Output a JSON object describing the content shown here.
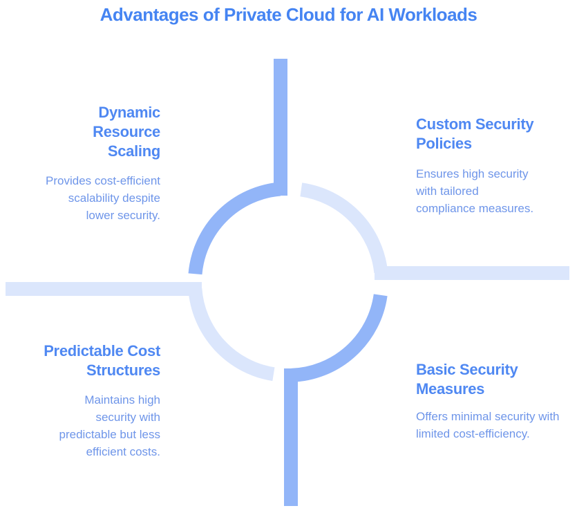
{
  "title": "Advantages of Private Cloud for AI Workloads",
  "colors": {
    "background": "#FFFFFF",
    "title_text": "#4584F2",
    "heading_text": "#4F88F2",
    "body_text": "#6E95E9",
    "arc_medium_blue": "#92B5F8",
    "arc_light_blue": "#DBE6FC"
  },
  "diagram": {
    "type": "quadrant-cycle-infographic",
    "center_icon": "segmented-circle-with-cross-connectors"
  },
  "quadrants": [
    {
      "position": "top-left",
      "heading": "Dynamic\nResource\nScaling",
      "description": "Provides cost-efficient\nscalability despite\nlower security."
    },
    {
      "position": "top-right",
      "heading": "Custom Security\nPolicies",
      "description": "Ensures high security\nwith tailored\ncompliance measures."
    },
    {
      "position": "bottom-left",
      "heading": "Predictable Cost\nStructures",
      "description": "Maintains high\nsecurity with\npredictable but less\nefficient costs."
    },
    {
      "position": "bottom-right",
      "heading": "Basic Security\nMeasures",
      "description": "Offers minimal security with\nlimited cost-efficiency."
    }
  ]
}
